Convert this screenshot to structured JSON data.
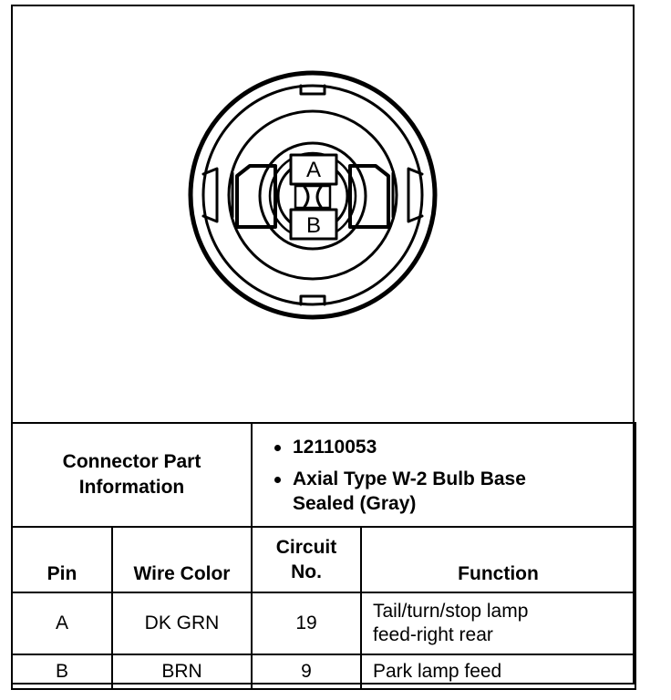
{
  "connector": {
    "pin_labels": [
      "A",
      "B"
    ]
  },
  "part_info": {
    "label_line1": "Connector Part",
    "label_line2": "Information",
    "bullets": [
      {
        "lines": [
          "12110053"
        ]
      },
      {
        "lines": [
          "Axial Type W-2 Bulb Base",
          "Sealed (Gray)"
        ]
      }
    ]
  },
  "pin_table": {
    "headers": {
      "pin": "Pin",
      "wire_color": "Wire Color",
      "circuit_line1": "Circuit",
      "circuit_line2": "No.",
      "function": "Function"
    },
    "rows": [
      {
        "pin": "A",
        "wire_color": "DK GRN",
        "circuit": "19",
        "function_lines": [
          "Tail/turn/stop lamp",
          "feed-right rear"
        ]
      },
      {
        "pin": "B",
        "wire_color": "BRN",
        "circuit": "9",
        "function_lines": [
          "Park lamp feed"
        ]
      }
    ]
  }
}
